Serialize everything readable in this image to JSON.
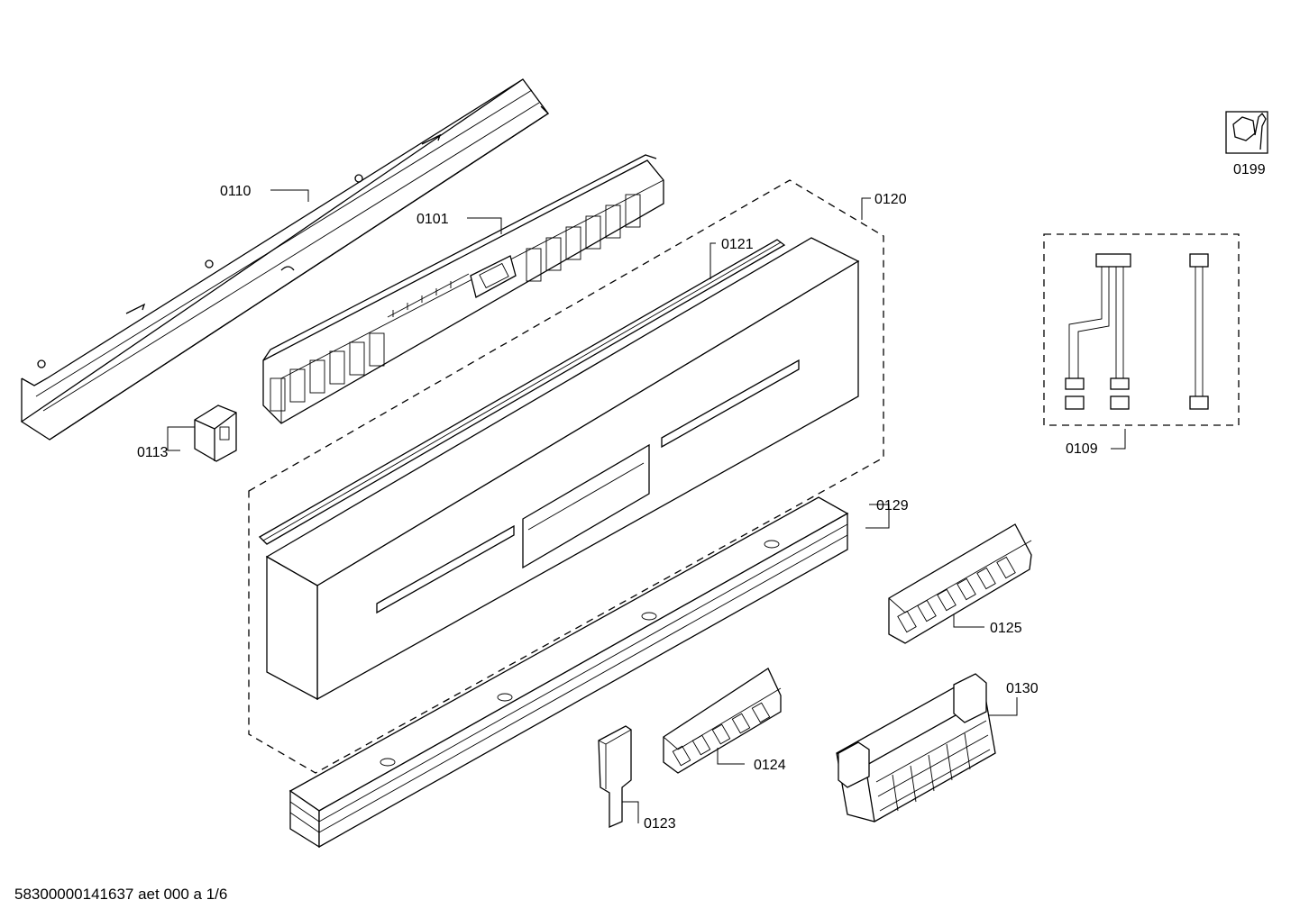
{
  "labels": {
    "p0110": "0110",
    "p0101": "0101",
    "p0120": "0120",
    "p0121": "0121",
    "p0113": "0113",
    "p0129": "0129",
    "p0125": "0125",
    "p0130": "0130",
    "p0124": "0124",
    "p0123": "0123",
    "p0109": "0109",
    "p0199": "0199"
  },
  "footer": {
    "doc_code": "58300000141637 aet 000 a 1/6"
  }
}
